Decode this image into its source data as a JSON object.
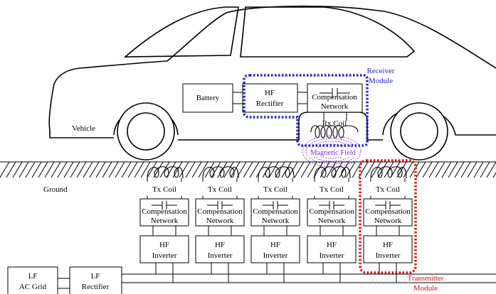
{
  "labels": {
    "vehicle": "Vehicle",
    "ground": "Ground",
    "battery": "Battery",
    "hf_rectifier": [
      "HF",
      "Rectifier"
    ],
    "compensation_network": [
      "Compensation",
      "Network"
    ],
    "rx_coil": "Rx Coil",
    "tx_coil": "Tx Coil",
    "magnetic_field": "Magnetic Field",
    "receiver_module": [
      "Receiver",
      "Module"
    ],
    "transmitter_module": [
      "Transmitter",
      "Module"
    ],
    "hf_inverter": [
      "HF",
      "Inverter"
    ],
    "lf_ac_grid": [
      "LF",
      "AC Grid"
    ],
    "lf_rectifier": [
      "LF",
      "Rectifier"
    ]
  },
  "colors": {
    "receiver_outline": "#1f1fd6",
    "transmitter_outline": "#e01010",
    "magnetic_field": "#7a2fd8",
    "line": "#000000"
  },
  "tx_units": 5
}
